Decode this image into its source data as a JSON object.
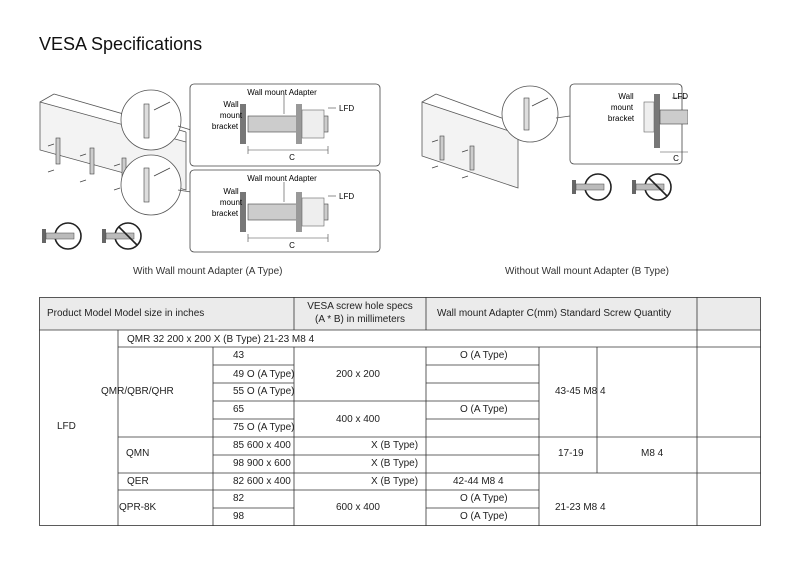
{
  "page": {
    "title": "VESA Specifications"
  },
  "figures": {
    "a": {
      "caption": "With Wall mount Adapter (A Type)",
      "detail_top": {
        "adapter": "Wall mount Adapter",
        "bracket_1": "Wall",
        "bracket_2": "mount",
        "bracket_3": "bracket",
        "lfd": "LFD",
        "c": "C"
      },
      "detail_bottom": {
        "adapter": "Wall mount Adapter",
        "bracket_1": "Wall",
        "bracket_2": "mount",
        "bracket_3": "bracket",
        "lfd": "LFD",
        "c": "C"
      }
    },
    "b": {
      "caption": "Without Wall mount Adapter (B Type)",
      "detail": {
        "bracket_1": "Wall",
        "bracket_2": "mount",
        "bracket_3": "bracket",
        "lfd": "LFD",
        "c": "C"
      }
    }
  },
  "table": {
    "headers": {
      "col1": "Product Model Model size in inches",
      "col2_line1": "VESA screw hole specs",
      "col2_line2": "(A * B) in millimeters",
      "col3": "Wall mount Adapter C(mm) Standard Screw Quantity"
    },
    "product": "LFD",
    "qmr_row": "QMR 32 200 x 200 X (B Type) 21-23 M8 4",
    "group1": {
      "model": "QMR/QBR/QHR",
      "rows": [
        "43",
        "49 O (A Type)",
        "55 O (A Type)",
        "65",
        "75 O (A Type)"
      ],
      "vesa_a": "200 x 200",
      "vesa_b": "400 x 400",
      "adapter_a": "O (A Type)",
      "adapter_b": "O (A Type)",
      "c_screw_qty": "43-45 M8 4"
    },
    "group2": {
      "model": "QMN",
      "rows": [
        "85 600 x 400",
        "98 900 x 600"
      ],
      "adapter": [
        "X (B Type)",
        "X (B Type)"
      ],
      "c": "17-19",
      "screw_qty": "M8 4"
    },
    "group3": {
      "model": "QER",
      "size_vesa": "82 600 x 400",
      "adapter": "X (B Type)",
      "c_screw_qty": "42-44 M8 4"
    },
    "group4": {
      "model": "QPR-8K",
      "rows": [
        "82",
        "98"
      ],
      "vesa": "600 x 400",
      "adapter": [
        "O (A Type)",
        "O (A Type)"
      ],
      "c_screw_qty": "21-23 M8 4"
    }
  }
}
